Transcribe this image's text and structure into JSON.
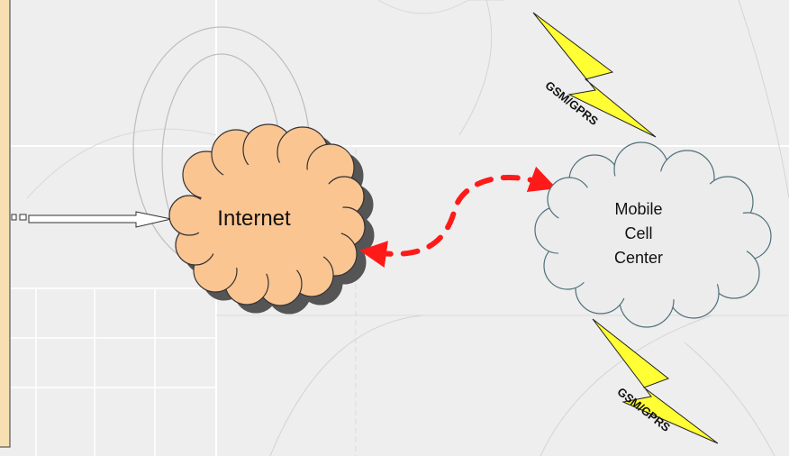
{
  "diagram": {
    "internet_label": "Internet",
    "cell_center_lines": [
      "Mobile",
      "Cell",
      "Center"
    ],
    "gsm_label_top": "GSM/GPRS",
    "gsm_label_bottom": "GSM/GPRS"
  },
  "colors": {
    "background": "#eeeeee",
    "left_panel": "#f7dfb2",
    "internet_cloud": "#fbc592",
    "cell_cloud": "#ececec",
    "lightning": "#ffff33",
    "dashed_arrow": "#ff1a1a"
  }
}
